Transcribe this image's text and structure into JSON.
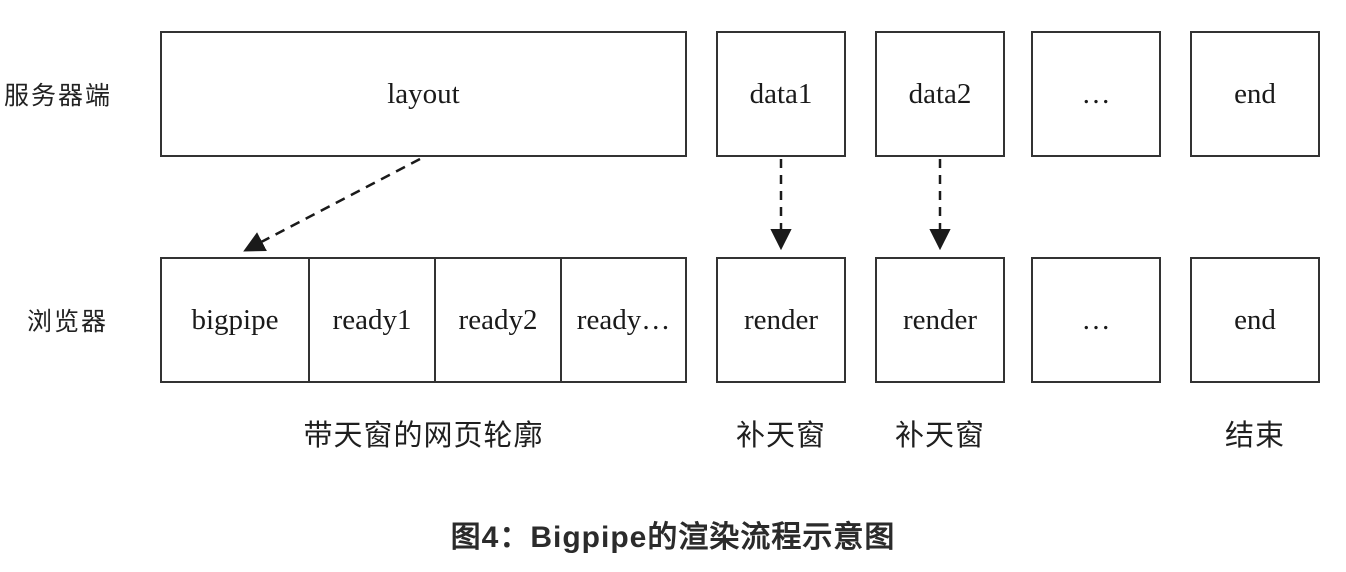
{
  "server_row": {
    "label": "服务器端",
    "boxes": [
      {
        "id": "layout",
        "label": "layout"
      },
      {
        "id": "data1",
        "label": "data1"
      },
      {
        "id": "data2",
        "label": "data2"
      },
      {
        "id": "dots",
        "label": "…"
      },
      {
        "id": "end",
        "label": "end"
      }
    ]
  },
  "browser_row": {
    "label": "浏览器",
    "pipeline_cells": [
      {
        "id": "bigpipe",
        "label": "bigpipe"
      },
      {
        "id": "ready1",
        "label": "ready1"
      },
      {
        "id": "ready2",
        "label": "ready2"
      },
      {
        "id": "ready_more",
        "label": "ready…"
      }
    ],
    "boxes": [
      {
        "id": "render1",
        "label": "render"
      },
      {
        "id": "render2",
        "label": "render"
      },
      {
        "id": "dots",
        "label": "…"
      },
      {
        "id": "end",
        "label": "end"
      }
    ]
  },
  "annotations": [
    {
      "id": "skeleton",
      "label": "带天窗的网页轮廓"
    },
    {
      "id": "patch1",
      "label": "补天窗"
    },
    {
      "id": "patch2",
      "label": "补天窗"
    },
    {
      "id": "finish",
      "label": "结束"
    }
  ],
  "arrows": [
    {
      "id": "layout-to-bigpipe",
      "style": "dashed",
      "from": "layout",
      "to": "bigpipe"
    },
    {
      "id": "data1-to-render1",
      "style": "dashed",
      "from": "data1",
      "to": "render1"
    },
    {
      "id": "data2-to-render2",
      "style": "dashed",
      "from": "data2",
      "to": "render2"
    }
  ],
  "caption": "图4：Bigpipe的渲染流程示意图",
  "colors": {
    "background": "#ffffff",
    "box_border": "#333333",
    "box_text": "#1a1a1a",
    "arrow": "#1a1a1a",
    "caption_text": "#2b2b2b"
  }
}
